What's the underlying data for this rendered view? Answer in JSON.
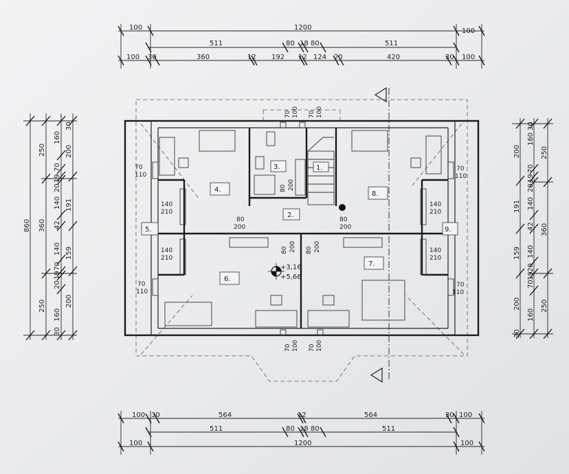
{
  "top_dims": {
    "row1": [
      "100",
      "1200",
      "100"
    ],
    "row2": [
      "511",
      "80",
      "18",
      "80",
      "511"
    ],
    "row3": [
      "100",
      "30",
      "360",
      "12",
      "192",
      "12",
      "124",
      "20",
      "420",
      "30",
      "100"
    ]
  },
  "bottom_dims": {
    "row1": [
      "100",
      "30",
      "564",
      "12",
      "564",
      "30",
      "100"
    ],
    "row2": [
      "511",
      "80",
      "18",
      "80",
      "511"
    ],
    "row3": [
      "100",
      "1200",
      "100"
    ]
  },
  "left_dims": {
    "total": "860",
    "col_a": [
      "250",
      "360",
      "250"
    ],
    "col_b": [
      "160",
      "70",
      "19",
      "20",
      "140",
      "42",
      "140",
      "70",
      "19",
      "20",
      "160",
      "30"
    ],
    "col_c": [
      "200",
      "191",
      "159",
      "200",
      "30"
    ]
  },
  "right_dims": {
    "col_a": [
      "250",
      "360",
      "250"
    ],
    "col_b": [
      "160",
      "70",
      "19",
      "20",
      "140",
      "42",
      "140",
      "70",
      "19",
      "20",
      "160",
      "30"
    ],
    "col_c": [
      "200",
      "191",
      "159",
      "200",
      "30"
    ]
  },
  "rooms": [
    "1.",
    "2.",
    "3.",
    "4.",
    "5.",
    "6.",
    "7.",
    "8.",
    "9."
  ],
  "openings": {
    "window_70_110": [
      "70",
      "110"
    ],
    "window_140_210": [
      "140",
      "210"
    ],
    "door_80_200": [
      "80",
      "200"
    ],
    "roof_window_70_100": [
      "70",
      "100"
    ]
  },
  "elevations": [
    "+3,16",
    "+5,66"
  ]
}
